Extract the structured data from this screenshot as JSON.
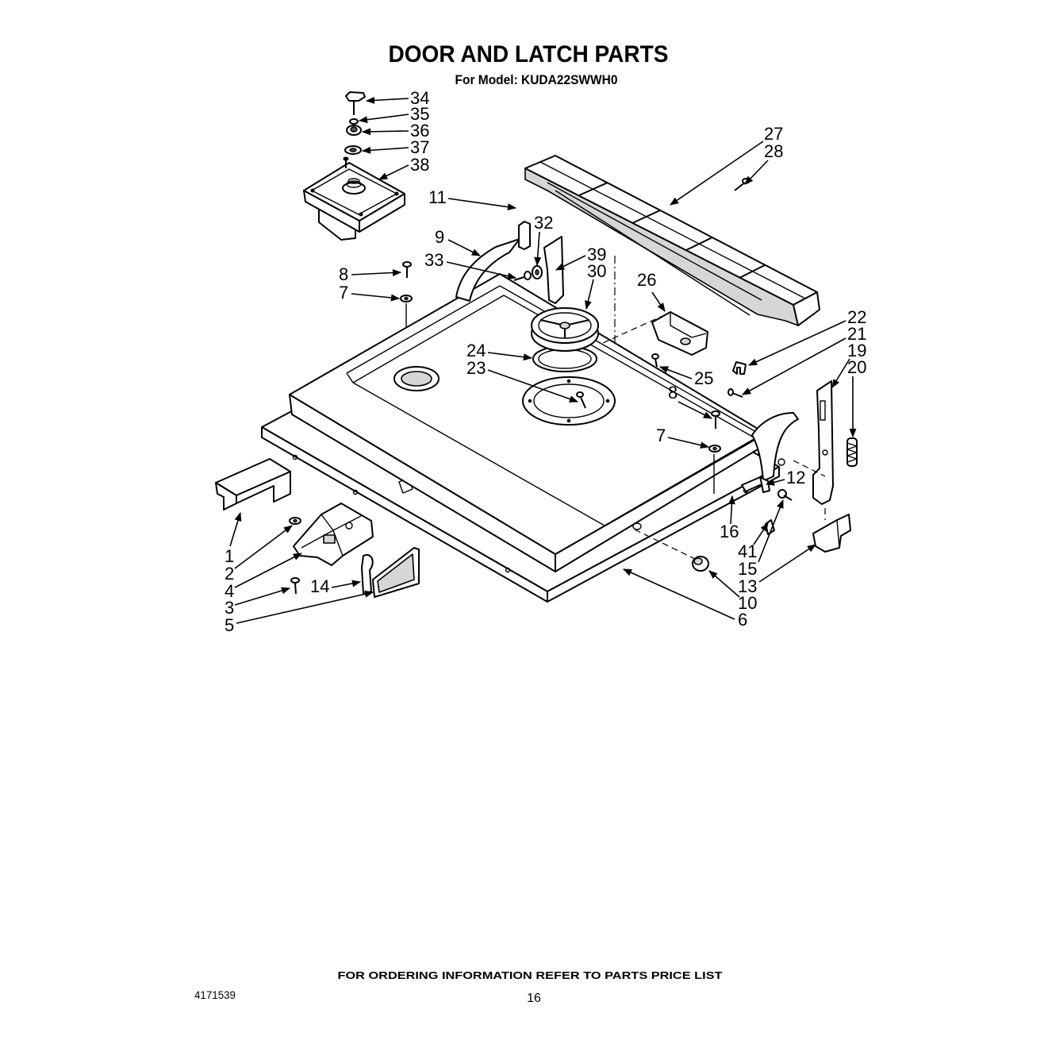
{
  "title": "DOOR AND LATCH PARTS",
  "subtitle": "For Model: KUDA22SWWH0",
  "callouts": [
    "34",
    "35",
    "36",
    "37",
    "38",
    "27",
    "28",
    "11",
    "32",
    "9",
    "33",
    "39",
    "30",
    "8",
    "7",
    "26",
    "22",
    "21",
    "19",
    "20",
    "24",
    "23",
    "25",
    "8",
    "7",
    "12",
    "16",
    "41",
    "15",
    "13",
    "10",
    "6",
    "1",
    "2",
    "4",
    "3",
    "5",
    "14"
  ],
  "footer": {
    "ordering_note": "FOR ORDERING INFORMATION REFER TO PARTS PRICE LIST",
    "doc_number": "4171539",
    "page_number": "16"
  }
}
